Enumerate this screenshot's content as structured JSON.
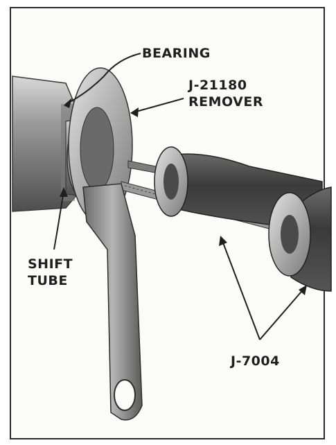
{
  "callouts": {
    "bearing": "BEARING",
    "remover_part": "J-21180",
    "remover_name": "REMOVER",
    "shift_line1": "SHIFT",
    "shift_line2": "TUBE",
    "tool": "J-7004"
  },
  "colors": {
    "ink": "#1f1f1f",
    "metal_dark": "#4a4a4a",
    "metal_mid": "#8c8c8c",
    "metal_light": "#c9c9c9",
    "background": "#fbfbfa"
  }
}
